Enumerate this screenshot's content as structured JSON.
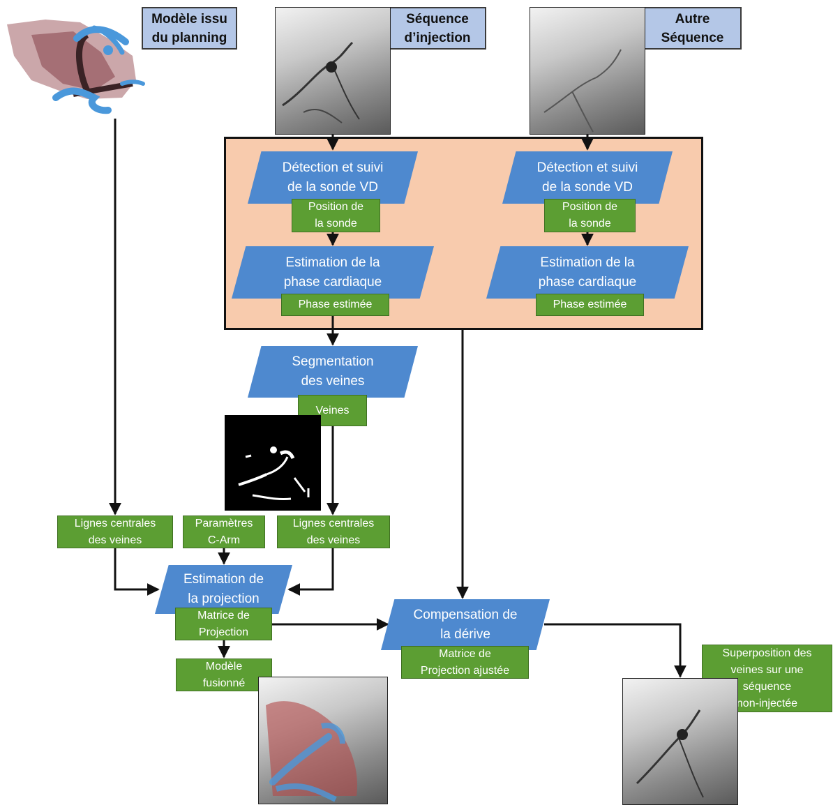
{
  "titles": {
    "model": "Modèle issu\ndu planning",
    "injection": "Séquence\nd’injection",
    "other": "Autre\nSéquence"
  },
  "steps": {
    "detect_left": "Détection et suivi\nde la sonde VD",
    "detect_right": "Détection et suivi\nde la sonde VD",
    "phase_left": "Estimation de la\nphase cardiaque",
    "phase_right": "Estimation de la\nphase cardiaque",
    "segmentation": "Segmentation\ndes veines",
    "projection": "Estimation de\nla projection",
    "compensation": "Compensation de\nla dérive"
  },
  "outputs": {
    "position_left": "Position de\nla sonde",
    "position_right": "Position de\nla sonde",
    "phase_est_left": "Phase estimée",
    "phase_est_right": "Phase estimée",
    "veines": "Veines",
    "centerlines_model": "Lignes centrales\ndes veines",
    "carm": "Paramètres\nC-Arm",
    "centerlines_seg": "Lignes centrales\ndes veines",
    "proj_matrix": "Matrice de\nProjection",
    "fused_model": "Modèle\nfusionné",
    "adjusted_matrix": "Matrice de\nProjection ajustée",
    "superposition": "Superposition des\nveines sur une\nséquence\nnon-injectée"
  },
  "colors": {
    "title_fill": "#b4c7e7",
    "process_fill": "#4e89cf",
    "output_fill": "#5c9e33",
    "group_fill": "#f8cbad"
  },
  "icons": [
    "heart-model-icon",
    "angiography-image",
    "vein-mask-image",
    "fused-overlay-image"
  ]
}
